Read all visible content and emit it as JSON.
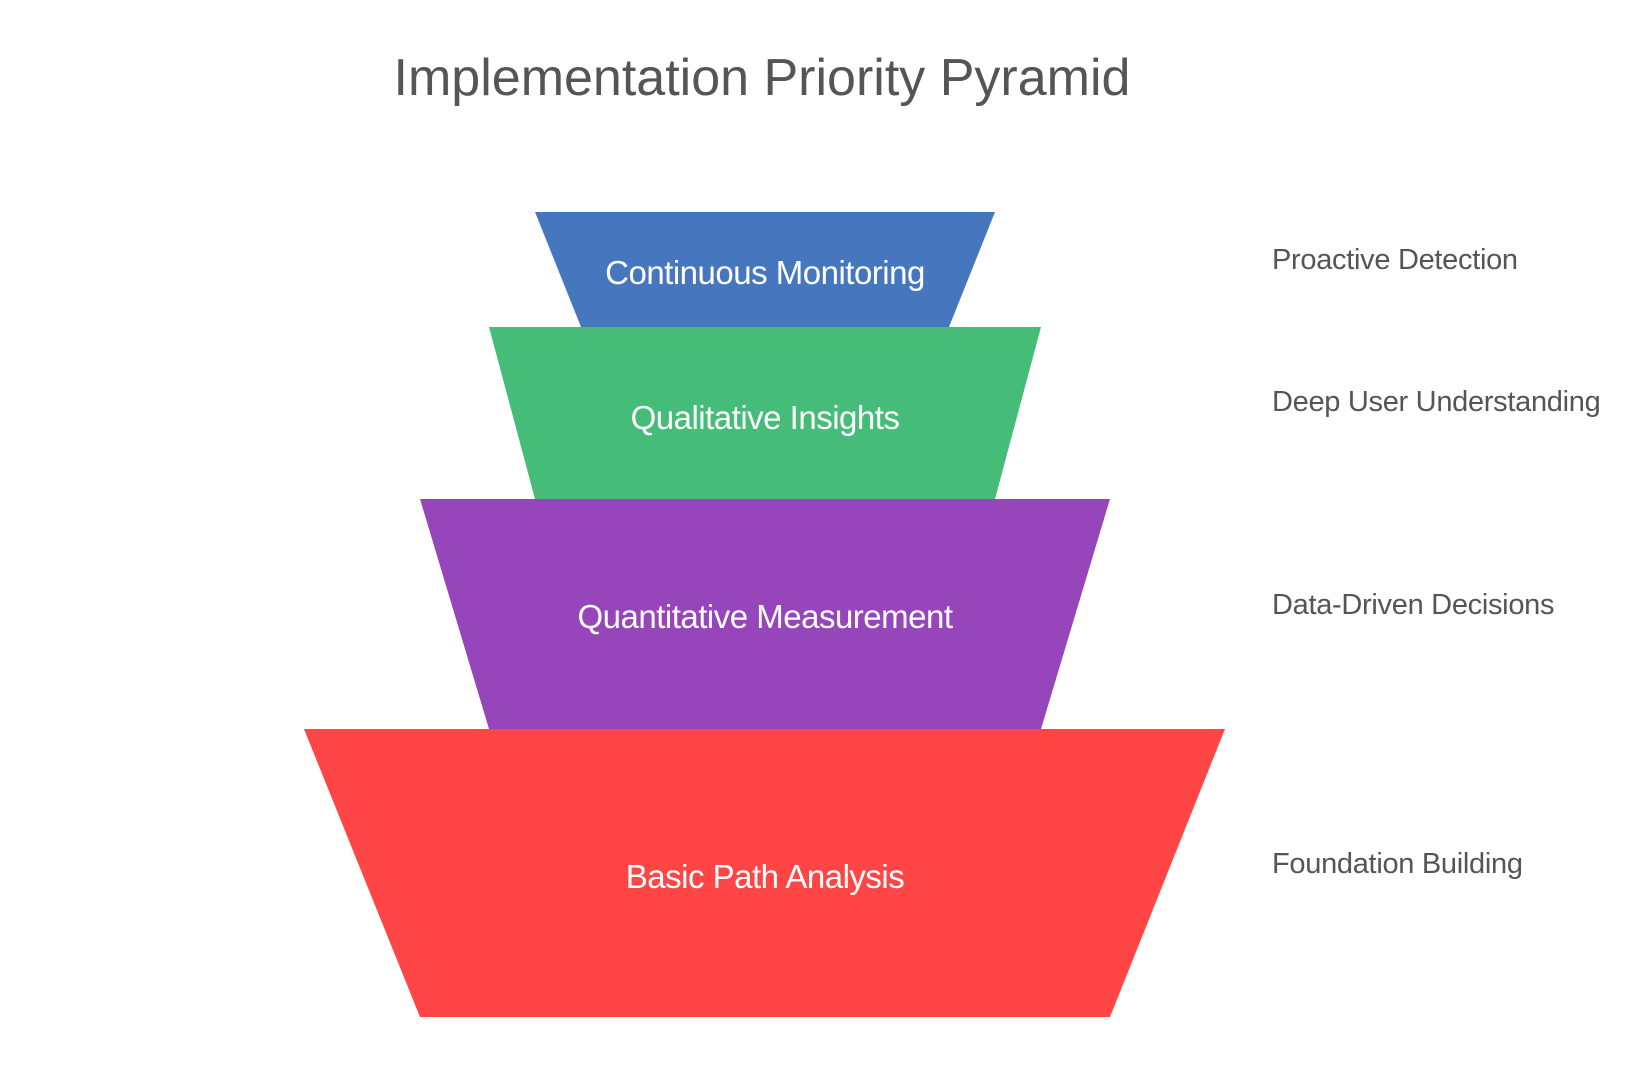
{
  "title": "Implementation Priority Pyramid",
  "colors": {
    "title": "#555555",
    "tier_text": "#ffffff",
    "side_text": "#555555",
    "background": "#ffffff"
  },
  "tiers": [
    {
      "label": "Continuous Monitoring",
      "outcome": "Proactive Detection",
      "color": "#4677BE"
    },
    {
      "label": "Qualitative Insights",
      "outcome": "Deep User Understanding",
      "color": "#45BD78"
    },
    {
      "label": "Quantitative Measurement",
      "outcome": "Data-Driven Decisions",
      "color": "#9745BA"
    },
    {
      "label": "Basic Path Analysis",
      "outcome": "Foundation Building",
      "color": "#FF4545"
    }
  ]
}
